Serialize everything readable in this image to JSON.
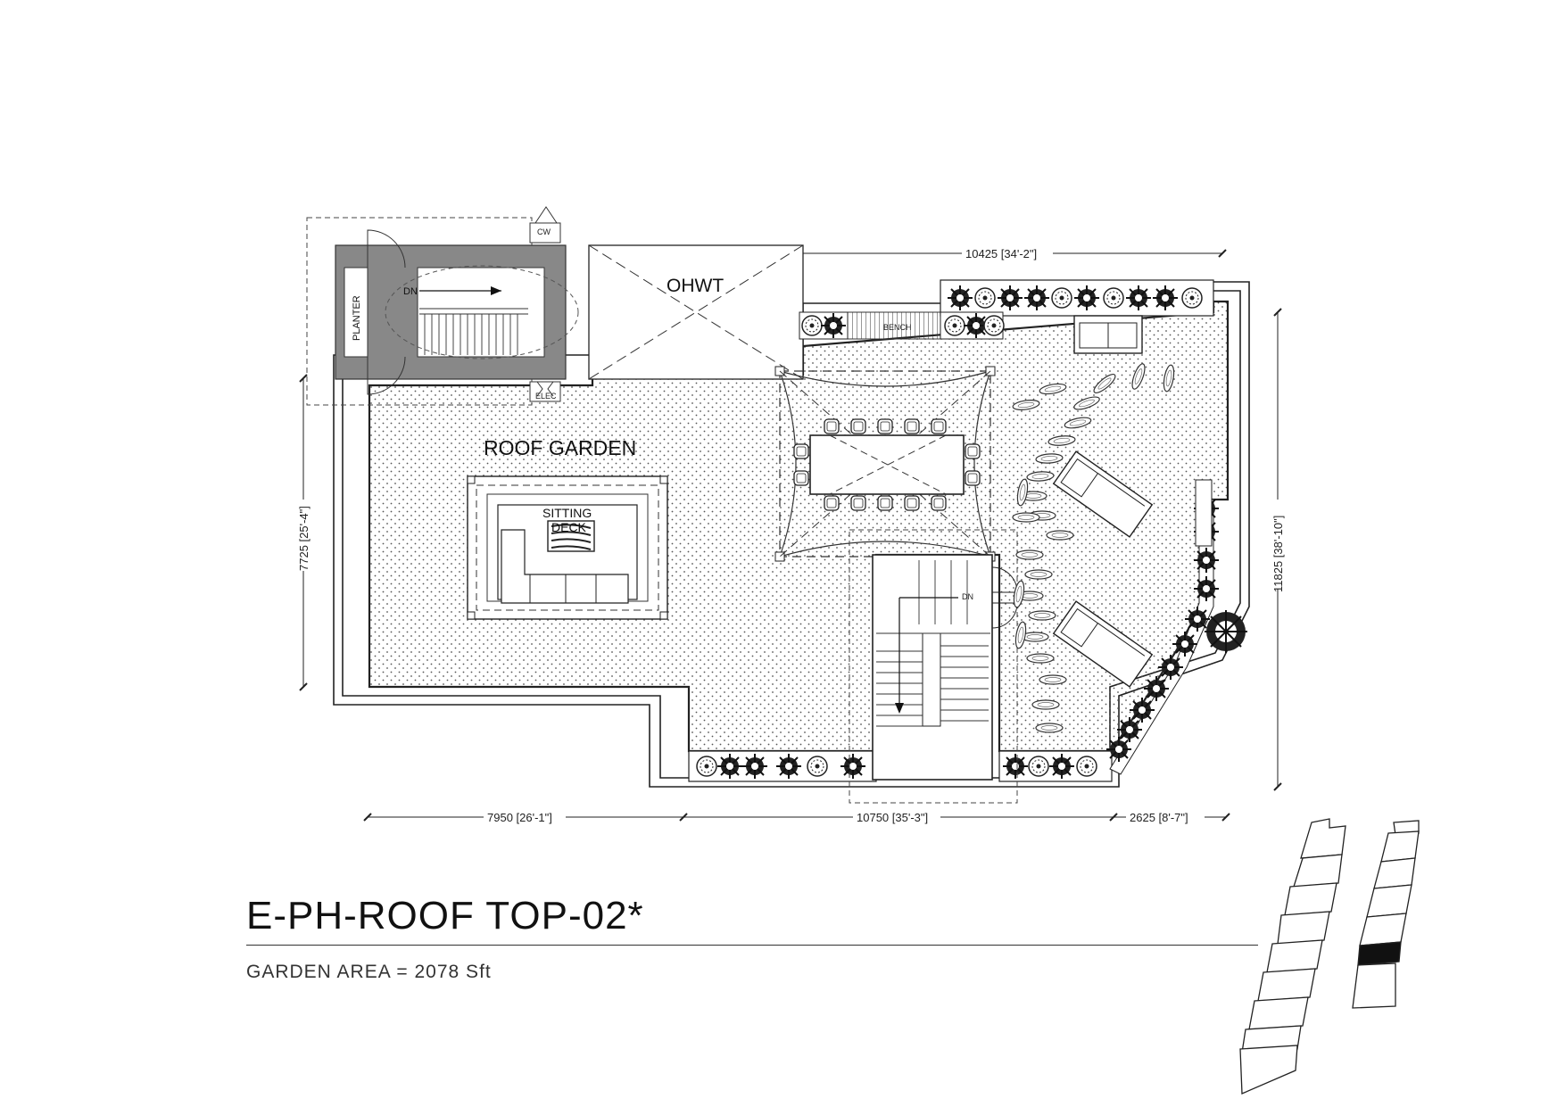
{
  "drawing": {
    "title": "E-PH-ROOF TOP-02*",
    "area_label": "GARDEN AREA",
    "area_value": "= 2078 Sft"
  },
  "labels": {
    "planter": "PLANTER",
    "dn_top": "DN",
    "dn_bottom": "DN",
    "cw": "CW",
    "elec": "ELEC",
    "ohwt": "OHWT",
    "roof_garden": "ROOF GARDEN",
    "sitting_line1": "SITTING",
    "sitting_line2": "DECK",
    "bench": "BENCH"
  },
  "dimensions": {
    "top_width": "10425 [34'-2\"]",
    "left_height": "7725 [25'-4\"]",
    "right_height": "11825 [38'-10\"]",
    "bottom_left": "7950 [26'-1\"]",
    "bottom_mid": "10750 [35'-3\"]",
    "bottom_right": "2625 [8'-7\"]"
  },
  "key_plan": {
    "highlighted_block": "right tower, fifth unit from top"
  }
}
